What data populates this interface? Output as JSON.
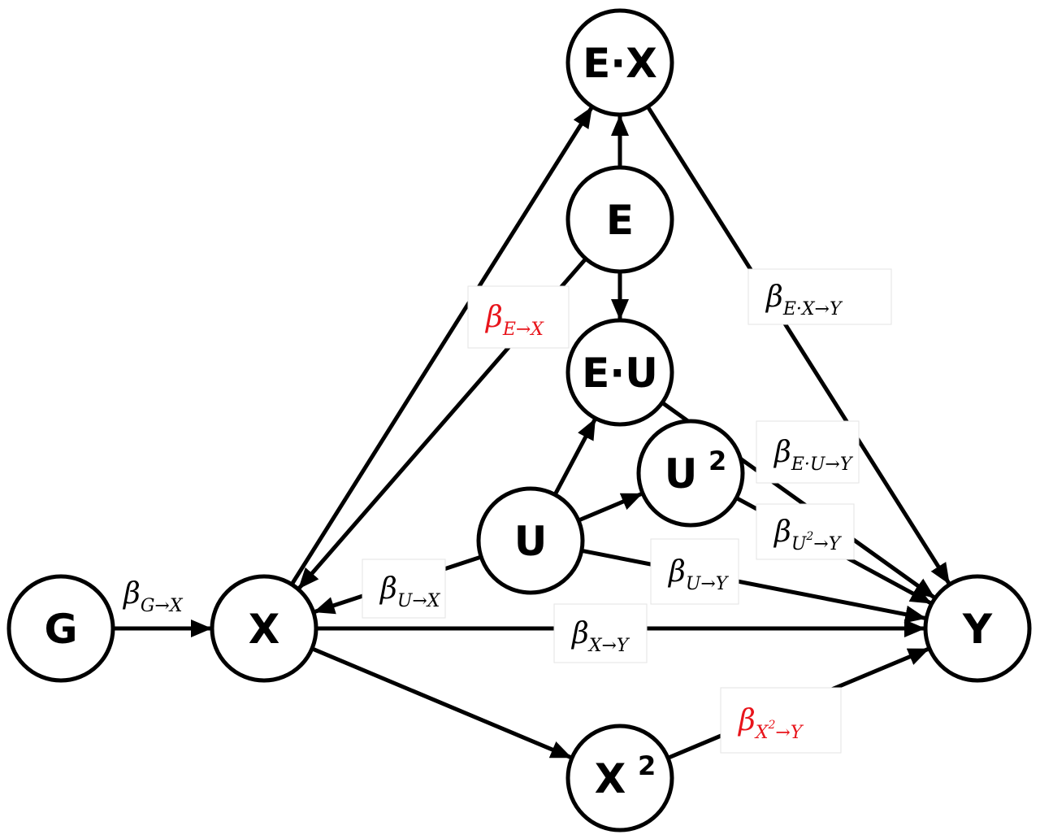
{
  "colors": {
    "stroke": "#000000",
    "highlight": "#e8141b",
    "text": "#000000"
  },
  "nodes": {
    "G": {
      "base": "G",
      "sup": ""
    },
    "X": {
      "base": "X",
      "sup": ""
    },
    "EX": {
      "base": "E·X",
      "sup": ""
    },
    "E": {
      "base": "E",
      "sup": ""
    },
    "EU": {
      "base": "E·U",
      "sup": ""
    },
    "U2": {
      "base": "U",
      "sup": "2"
    },
    "U": {
      "base": "U",
      "sup": ""
    },
    "X2": {
      "base": "X",
      "sup": "2"
    },
    "Y": {
      "base": "Y",
      "sup": ""
    }
  },
  "edges": [
    {
      "from": "G",
      "to": "X"
    },
    {
      "from": "X",
      "to": "EX"
    },
    {
      "from": "E",
      "to": "EX"
    },
    {
      "from": "E",
      "to": "EU"
    },
    {
      "from": "E",
      "to": "X"
    },
    {
      "from": "U",
      "to": "EU"
    },
    {
      "from": "U",
      "to": "U2"
    },
    {
      "from": "U",
      "to": "X"
    },
    {
      "from": "U",
      "to": "Y"
    },
    {
      "from": "EX",
      "to": "Y"
    },
    {
      "from": "EU",
      "to": "Y"
    },
    {
      "from": "U2",
      "to": "Y"
    },
    {
      "from": "X",
      "to": "Y"
    },
    {
      "from": "X",
      "to": "X2"
    },
    {
      "from": "X2",
      "to": "Y"
    }
  ],
  "labels": {
    "G_X": {
      "beta": "β",
      "sub": "G→X",
      "sup": "",
      "sub_after": "",
      "highlight": false
    },
    "E_X": {
      "beta": "β",
      "sub": "E→X",
      "sup": "",
      "sub_after": "",
      "highlight": true
    },
    "EX_Y": {
      "beta": "β",
      "sub": "E·X→Y",
      "sup": "",
      "sub_after": "",
      "highlight": false
    },
    "EU_Y": {
      "beta": "β",
      "sub": "E·U→Y",
      "sup": "",
      "sub_after": "",
      "highlight": false
    },
    "U2_Y": {
      "beta": "β",
      "sub": "U",
      "sup": "2",
      "sub_after": "→Y",
      "highlight": false
    },
    "U_Y": {
      "beta": "β",
      "sub": "U→Y",
      "sup": "",
      "sub_after": "",
      "highlight": false
    },
    "U_X": {
      "beta": "β",
      "sub": "U→X",
      "sup": "",
      "sub_after": "",
      "highlight": false
    },
    "X_Y": {
      "beta": "β",
      "sub": "X→Y",
      "sup": "",
      "sub_after": "",
      "highlight": false
    },
    "X2_Y": {
      "beta": "β",
      "sub": "X",
      "sup": "2",
      "sub_after": "→Y",
      "highlight": true
    }
  }
}
